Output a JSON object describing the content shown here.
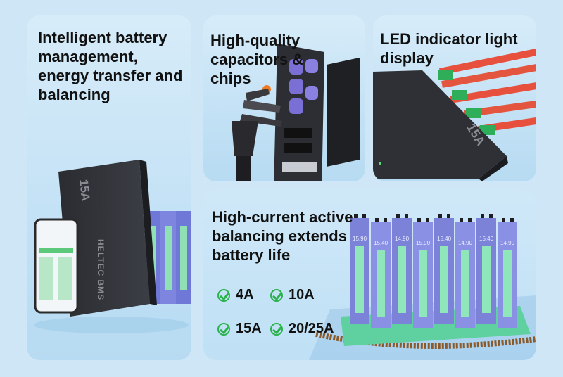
{
  "panels": {
    "bms": {
      "heading": "Intelligent battery management, energy transfer and balancing"
    },
    "capacitors": {
      "heading": "High-quality capacitors & chips"
    },
    "led": {
      "heading": "LED indicator light display"
    },
    "balancing": {
      "heading": "High-current active balancing extends battery life",
      "options": [
        "4A",
        "10A",
        "15A",
        "20/25A"
      ]
    }
  },
  "device": {
    "rating": "15A",
    "brand": "HELTEC BMS"
  },
  "cells": [
    "15.90",
    "15.40",
    "14.90",
    "15.90",
    "15.40",
    "14.90",
    "15.40",
    "14.90"
  ],
  "colors": {
    "accent_green": "#2bb24c",
    "cell_blue": "#7b82d8",
    "wire_red": "#e8503e"
  }
}
